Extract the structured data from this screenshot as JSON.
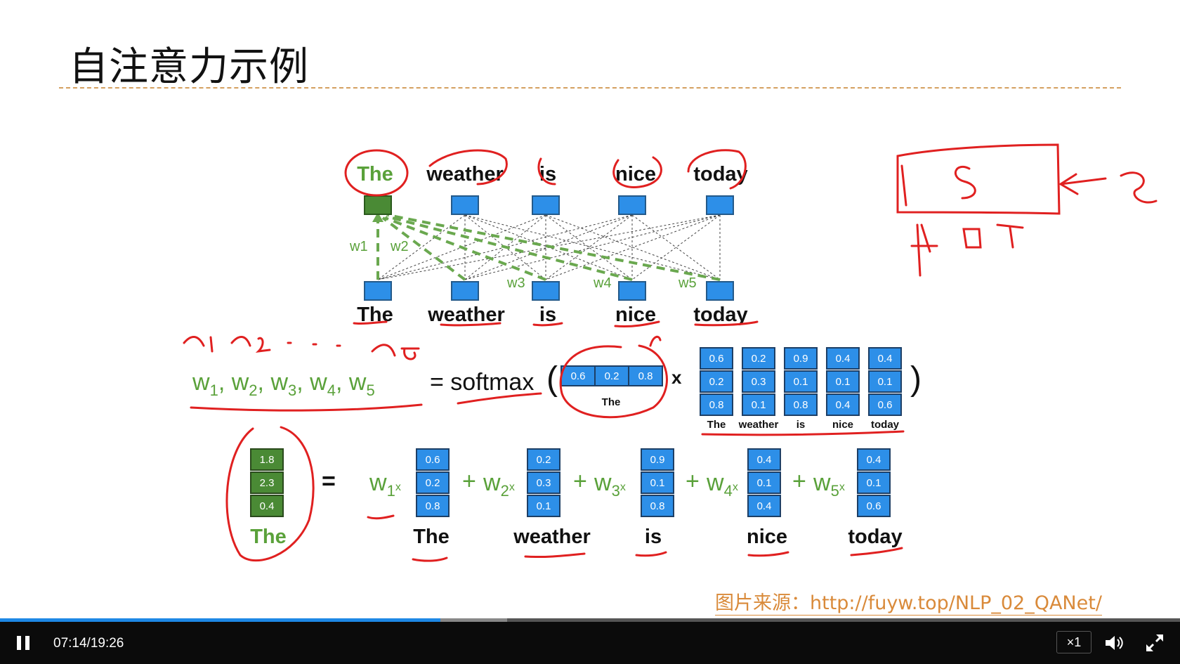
{
  "slide": {
    "title": "自注意力示例",
    "source_caption": "图片来源：http://fuyw.top/NLP_02_QANet/",
    "top_words": [
      "The",
      "weather",
      "is",
      "nice",
      "today"
    ],
    "bottom_words": [
      "The",
      "weather",
      "is",
      "nice",
      "today"
    ],
    "edge_weight_labels": [
      "w1",
      "w2",
      "w3",
      "w4",
      "w5"
    ],
    "formula": {
      "weights": [
        "w",
        "1",
        "w",
        "2",
        "w",
        "3",
        "w",
        "4",
        "w",
        "5"
      ],
      "equals_softmax": "= softmax",
      "query_values": [
        "0.6",
        "0.2",
        "0.8"
      ],
      "query_label": "The",
      "times": "x",
      "key_matrix": [
        [
          "0.6",
          "0.2",
          "0.8"
        ],
        [
          "0.2",
          "0.3",
          "0.1"
        ],
        [
          "0.9",
          "0.1",
          "0.8"
        ],
        [
          "0.4",
          "0.1",
          "0.4"
        ],
        [
          "0.4",
          "0.1",
          "0.6"
        ]
      ],
      "key_labels": [
        "The",
        "weather",
        "is",
        "nice",
        "today"
      ]
    },
    "sum": {
      "result_values": [
        "1.8",
        "2.3",
        "0.4"
      ],
      "result_label": "The",
      "equals": "=",
      "terms": [
        {
          "w": "w",
          "sub": "1",
          "values": [
            "0.6",
            "0.2",
            "0.8"
          ],
          "label": "The"
        },
        {
          "w": "w",
          "sub": "2",
          "values": [
            "0.2",
            "0.3",
            "0.1"
          ],
          "label": "weather"
        },
        {
          "w": "w",
          "sub": "3",
          "values": [
            "0.9",
            "0.1",
            "0.8"
          ],
          "label": "is"
        },
        {
          "w": "w",
          "sub": "4",
          "values": [
            "0.4",
            "0.1",
            "0.4"
          ],
          "label": "nice"
        },
        {
          "w": "w",
          "sub": "5",
          "values": [
            "0.4",
            "0.1",
            "0.6"
          ],
          "label": "today"
        }
      ],
      "plus": "+",
      "times": "x"
    },
    "annotations": {
      "alpha_line": "α1 α2 · · · α5",
      "box_letter": "S",
      "q_arrow_letter": "q",
      "q_mark": "q"
    },
    "colors": {
      "accent_blue": "#2d8fe8",
      "accent_green": "#5aa13a",
      "ink_red": "#e02020",
      "rule": "#d4a060"
    }
  },
  "player": {
    "play_state_icon": "pause-icon",
    "current_time": "07:14",
    "separator": "/",
    "duration": "19:26",
    "progress": 0.373,
    "buffered": 0.43,
    "speed": "×1",
    "volume_icon": "volume-icon",
    "fullscreen_icon": "fullscreen-icon"
  }
}
